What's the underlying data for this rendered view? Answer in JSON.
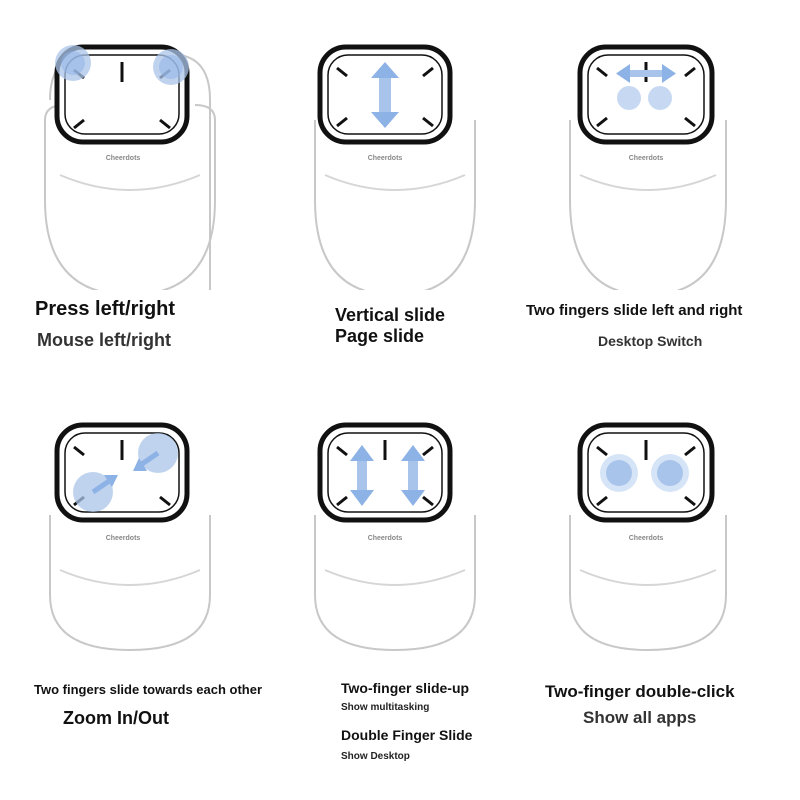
{
  "brand": "Cheerdots",
  "colors": {
    "touch_fill": "#a9c4ea",
    "touch_dark": "#8db2e6",
    "outline": "#111111",
    "body_stroke": "#c8c8c8"
  },
  "panels": [
    {
      "gesture": "press-left-right",
      "line1": "Press left/right",
      "line2": "Mouse left/right"
    },
    {
      "gesture": "vertical-slide",
      "line1": "Vertical slide",
      "line2": "Page slide"
    },
    {
      "gesture": "two-finger-horizontal",
      "line1": "Two fingers slide left and right",
      "line2": "Desktop Switch"
    },
    {
      "gesture": "pinch-zoom",
      "line1": "Two fingers slide towards each other",
      "line2": "Zoom In/Out"
    },
    {
      "gesture": "two-finger-vertical",
      "line1": "Two-finger slide-up",
      "line1_sub": "Show multitasking",
      "line2": "Double Finger Slide",
      "line2_sub": "Show Desktop"
    },
    {
      "gesture": "two-finger-double-click",
      "line1": "Two-finger double-click",
      "line2": "Show all apps"
    }
  ]
}
